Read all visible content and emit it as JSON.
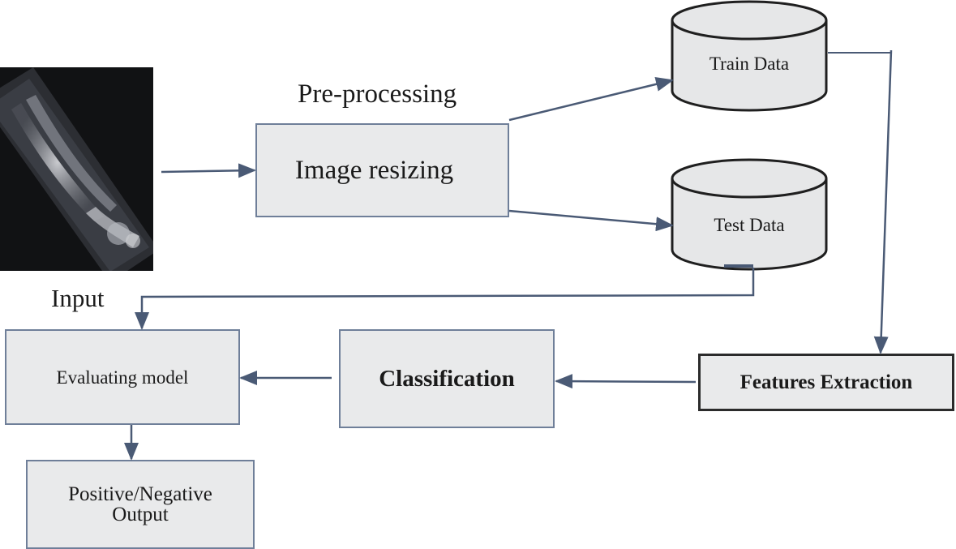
{
  "diagram": {
    "input_label": "Input",
    "preprocessing_label": "Pre-processing",
    "nodes": {
      "image_resizing": "Image resizing",
      "train_data": "Train Data",
      "test_data": "Test Data",
      "features_extraction": "Features Extraction",
      "classification": "Classification",
      "evaluating_model": "Evaluating model",
      "output_line1": "Positive/Negative",
      "output_line2": "Output"
    },
    "edges": [
      {
        "from": "input_image",
        "to": "image_resizing"
      },
      {
        "from": "image_resizing",
        "to": "train_data"
      },
      {
        "from": "image_resizing",
        "to": "test_data"
      },
      {
        "from": "train_data",
        "to": "features_extraction"
      },
      {
        "from": "test_data",
        "to": "evaluating_model"
      },
      {
        "from": "features_extraction",
        "to": "classification"
      },
      {
        "from": "classification",
        "to": "evaluating_model"
      },
      {
        "from": "evaluating_model",
        "to": "output"
      }
    ],
    "colors": {
      "box_fill": "#e9eaeb",
      "box_border": "#6f7f99",
      "arrow": "#4a5a75",
      "cylinder_fill": "#e6e7e8",
      "cylinder_stroke": "#1f1f1f"
    }
  }
}
